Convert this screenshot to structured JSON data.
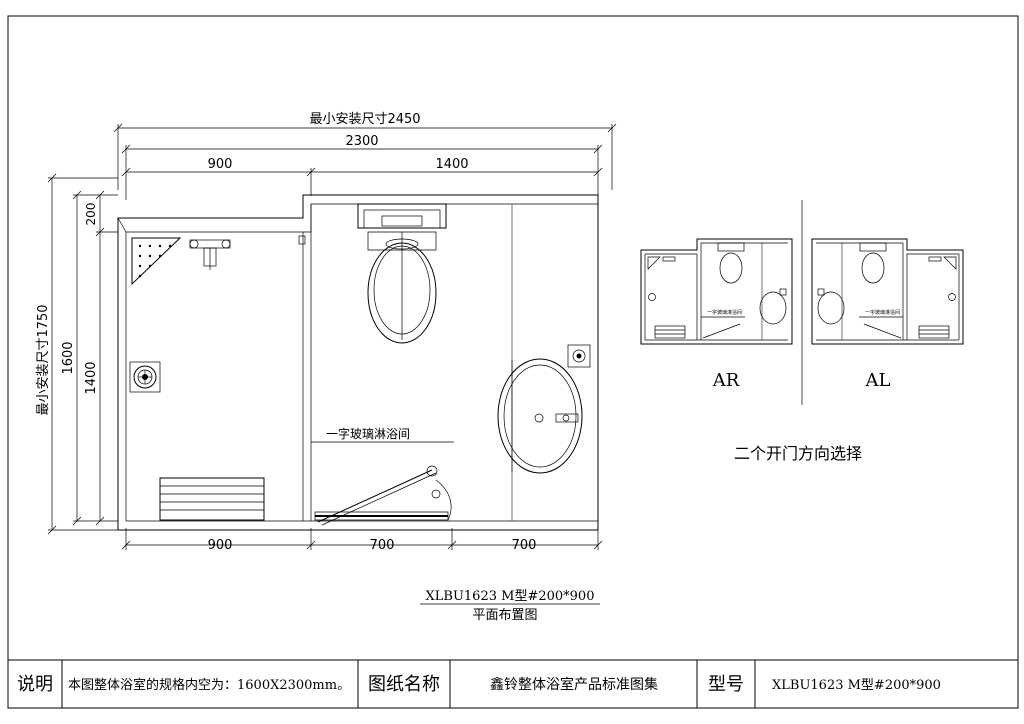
{
  "dimensions": {
    "min_install_width": "最小安装尺寸2450",
    "total_width": "2300",
    "left_width": "900",
    "right_width": "1400",
    "bottom_left": "900",
    "bottom_mid": "700",
    "bottom_right": "700",
    "min_install_depth": "最小安装尺寸1750",
    "depth_total": "1600",
    "depth_inner": "1400",
    "depth_step": "200"
  },
  "labels": {
    "glass_shower": "一字玻璃淋浴间",
    "door_options": "二个开门方向选择",
    "variant_ar": "AR",
    "variant_al": "AL",
    "mini_glass_label": "一字玻璃淋浴间"
  },
  "drawing": {
    "model": "XLBU1623 M型#200*900",
    "plan_title": "平面布置图"
  },
  "title_block": {
    "note_label": "说明",
    "note_text": "本图整体浴室的规格内空为：1600X2300mm。",
    "drawing_name_label": "图纸名称",
    "drawing_name": "鑫铃整体浴室产品标准图集",
    "model_label": "型号",
    "model_value": "XLBU1623 M型#200*900"
  }
}
